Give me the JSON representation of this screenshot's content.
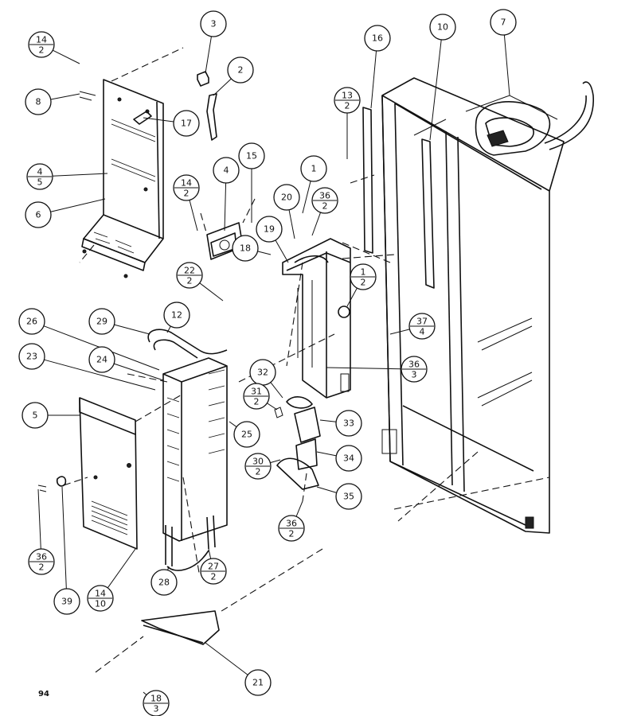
{
  "page_label": "94",
  "callouts": [
    {
      "id": "c3",
      "num": "3"
    },
    {
      "id": "c2",
      "num": "2"
    },
    {
      "id": "c14_2a",
      "num": "14",
      "den": "2"
    },
    {
      "id": "c8",
      "num": "8"
    },
    {
      "id": "c17",
      "num": "17"
    },
    {
      "id": "c4_5",
      "num": "4",
      "den": "5"
    },
    {
      "id": "c6",
      "num": "6"
    },
    {
      "id": "c16",
      "num": "16"
    },
    {
      "id": "c10",
      "num": "10"
    },
    {
      "id": "c7",
      "num": "7"
    },
    {
      "id": "c13_2",
      "num": "13",
      "den": "2"
    },
    {
      "id": "c14_2b",
      "num": "14",
      "den": "2"
    },
    {
      "id": "c4",
      "num": "4"
    },
    {
      "id": "c15",
      "num": "15"
    },
    {
      "id": "c1",
      "num": "1"
    },
    {
      "id": "c20",
      "num": "20"
    },
    {
      "id": "c36_2a",
      "num": "36",
      "den": "2"
    },
    {
      "id": "c19",
      "num": "19"
    },
    {
      "id": "c18",
      "num": "18"
    },
    {
      "id": "c22_2",
      "num": "22",
      "den": "2"
    },
    {
      "id": "c1_2",
      "num": "1",
      "den": "2"
    },
    {
      "id": "c29",
      "num": "29"
    },
    {
      "id": "c12",
      "num": "12"
    },
    {
      "id": "c26",
      "num": "26"
    },
    {
      "id": "c37_4",
      "num": "37",
      "den": "4"
    },
    {
      "id": "c23",
      "num": "23"
    },
    {
      "id": "c24",
      "num": "24"
    },
    {
      "id": "c36_3",
      "num": "36",
      "den": "3"
    },
    {
      "id": "c32",
      "num": "32"
    },
    {
      "id": "c31_2",
      "num": "31",
      "den": "2"
    },
    {
      "id": "c5",
      "num": "5"
    },
    {
      "id": "c25",
      "num": "25"
    },
    {
      "id": "c33",
      "num": "33"
    },
    {
      "id": "c30_2",
      "num": "30",
      "den": "2"
    },
    {
      "id": "c34",
      "num": "34"
    },
    {
      "id": "c35",
      "num": "35"
    },
    {
      "id": "c36_2b",
      "num": "36",
      "den": "2"
    },
    {
      "id": "c36_2c",
      "num": "36",
      "den": "2"
    },
    {
      "id": "c27_2",
      "num": "27",
      "den": "2"
    },
    {
      "id": "c39",
      "num": "39"
    },
    {
      "id": "c14_10",
      "num": "14",
      "den": "10"
    },
    {
      "id": "c28",
      "num": "28"
    },
    {
      "id": "c21",
      "num": "21"
    },
    {
      "id": "c18_3",
      "num": "18",
      "den": "3"
    }
  ]
}
